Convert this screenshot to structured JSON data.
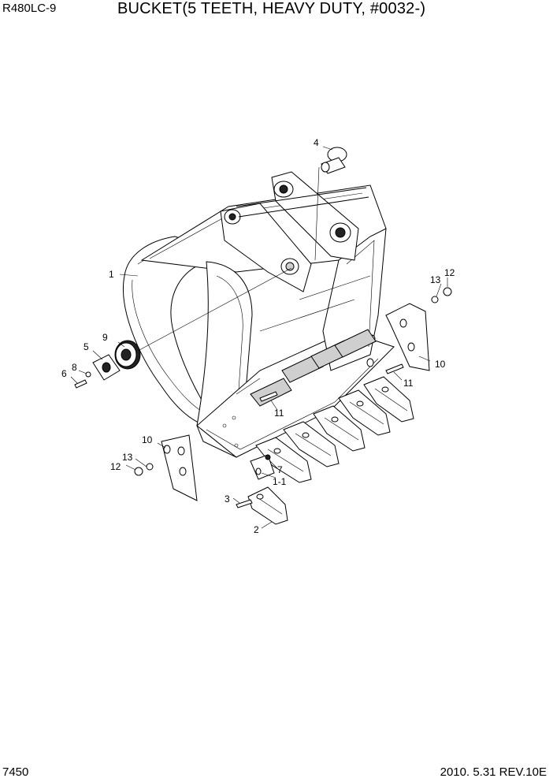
{
  "header": {
    "model": "R480LC-9",
    "title": "BUCKET(5 TEETH, HEAVY DUTY, #0032-)"
  },
  "footer": {
    "page_number": "7450",
    "revision": "2010. 5.31  REV.10E"
  },
  "callouts": {
    "c1": "1",
    "c1_1": "1-1",
    "c2": "2",
    "c3": "3",
    "c4": "4",
    "c5": "5",
    "c6": "6",
    "c7": "7",
    "c8": "8",
    "c9": "9",
    "c10_left": "10",
    "c10_right": "10",
    "c11_center": "11",
    "c11_right": "11",
    "c12_left": "12",
    "c12_right": "12",
    "c13_left": "13",
    "c13_right": "13"
  }
}
